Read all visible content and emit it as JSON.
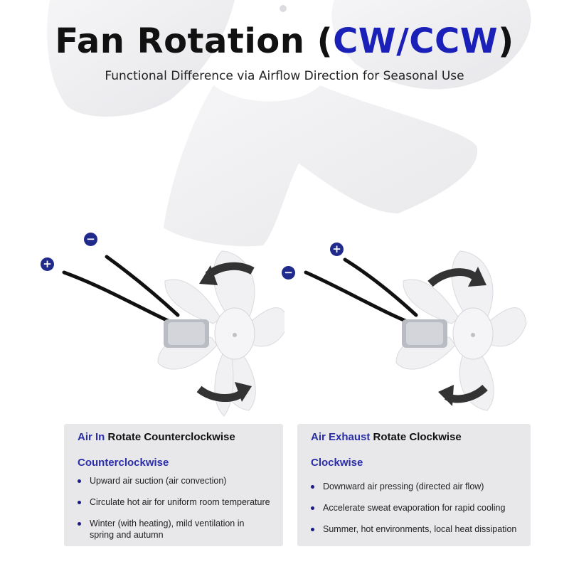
{
  "header": {
    "title_prefix": "Fan Rotation (",
    "title_accent": "CW/CCW",
    "title_suffix": ")",
    "subtitle": "Functional Difference via Airflow Direction for Seasonal Use"
  },
  "colors": {
    "accent": "#1a20b8",
    "label_blue": "#2a2ea8",
    "card_bg": "#e8e8ea",
    "arrow": "#333333",
    "terminal_badge": "#1f2a8a"
  },
  "left_panel": {
    "terminal_top": "−",
    "terminal_bottom": "+",
    "rotation_icon": "counterclockwise-arrows",
    "head_tag": "Air In",
    "head_text": " Rotate Counterclockwise",
    "sub": "Counterclockwise",
    "bullets": [
      "Upward air suction (air convection)",
      "Circulate hot air for uniform room temperature",
      "Winter (with heating), mild ventilation in spring and autumn"
    ]
  },
  "right_panel": {
    "terminal_top": "+",
    "terminal_bottom": "−",
    "rotation_icon": "clockwise-arrows",
    "head_tag": "Air Exhaust",
    "head_text": " Rotate Clockwise",
    "sub": "Clockwise",
    "bullets": [
      "Downward air pressing (directed air flow)",
      "Accelerate sweat evaporation for rapid cooling",
      "Summer, hot environments, local heat dissipation"
    ]
  }
}
